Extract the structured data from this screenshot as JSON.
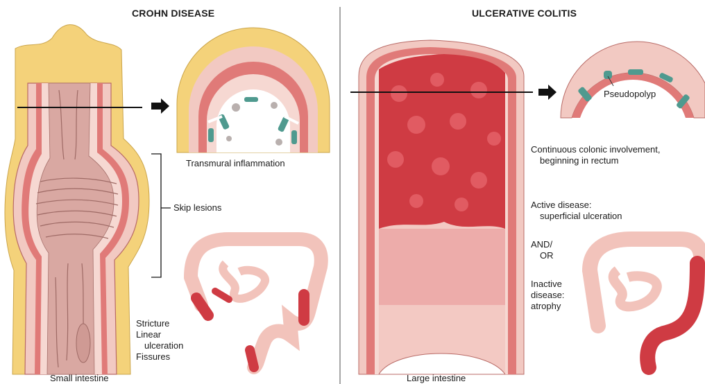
{
  "crohn": {
    "title": "CROHN DISEASE",
    "labels": {
      "transmural": "Transmural inflammation",
      "skip": "Skip lesions",
      "stricture": "Stricture",
      "linear": "Linear",
      "ulceration": "ulceration",
      "fissures": "Fissures",
      "small_intestine": "Small intestine"
    }
  },
  "uc": {
    "title": "ULCERATIVE COLITIS",
    "labels": {
      "pseudopolyp": "Pseudopolyp",
      "continuous_1": "Continuous colonic involvement,",
      "continuous_2": "beginning in rectum",
      "active_1": "Active disease:",
      "active_2": "superficial ulceration",
      "and": "AND/",
      "or": "OR",
      "inactive_1": "Inactive",
      "inactive_2": "disease:",
      "inactive_3": "atrophy",
      "large_intestine": "Large intestine"
    }
  },
  "colors": {
    "fat": "#f4d27a",
    "mucosa": "#f2c9c2",
    "muscle": "#e07a78",
    "lumen": "#d9a8a2",
    "inflamed": "#cf3b43",
    "granuloma": "#4f9a8f"
  }
}
